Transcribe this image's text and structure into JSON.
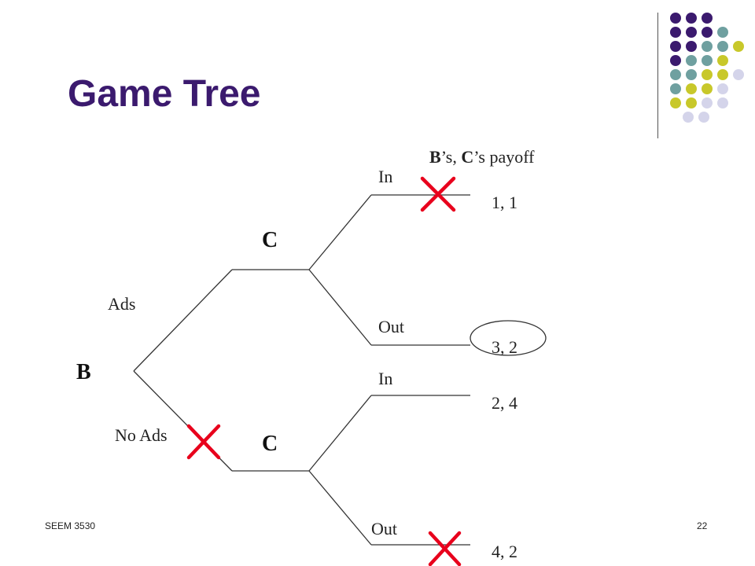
{
  "slide": {
    "title": "Game Tree",
    "footer_left": "SEEM 3530",
    "page_number": "22"
  },
  "header_note": {
    "b_letter": "B",
    "mid1": "’s, ",
    "c_letter": "C",
    "mid2": "’s payoff"
  },
  "nodes": {
    "root": "B",
    "c_upper": "C",
    "c_lower": "C"
  },
  "branches": {
    "ads": "Ads",
    "no_ads": "No Ads",
    "upper_in": "In",
    "upper_out": "Out",
    "lower_in": "In",
    "lower_out": "Out"
  },
  "payoffs": {
    "ads_in": "1, 1",
    "ads_out": "3, 2",
    "noads_in": "2, 4",
    "noads_out": "4, 2"
  },
  "colors": {
    "title": "#3b1a6e",
    "cross": "#e8001c",
    "dot_purple": "#3b1a6e",
    "dot_teal": "#6fa0a0",
    "dot_yellow": "#c8c82a",
    "dot_lavender": "#d4d4ea"
  },
  "decoration_dots": [
    [
      "dot_purple",
      "dot_purple",
      "dot_purple"
    ],
    [
      "dot_purple",
      "dot_purple",
      "dot_purple",
      "dot_teal"
    ],
    [
      "dot_purple",
      "dot_purple",
      "dot_teal",
      "dot_teal",
      "dot_yellow"
    ],
    [
      "dot_purple",
      "dot_teal",
      "dot_teal",
      "dot_yellow"
    ],
    [
      "dot_teal",
      "dot_teal",
      "dot_yellow",
      "dot_yellow",
      "dot_lavender"
    ],
    [
      "dot_teal",
      "dot_yellow",
      "dot_yellow",
      "dot_lavender"
    ],
    [
      "dot_yellow",
      "dot_yellow",
      "dot_lavender",
      "dot_lavender"
    ],
    [
      "dot_lavender",
      "dot_lavender"
    ]
  ]
}
